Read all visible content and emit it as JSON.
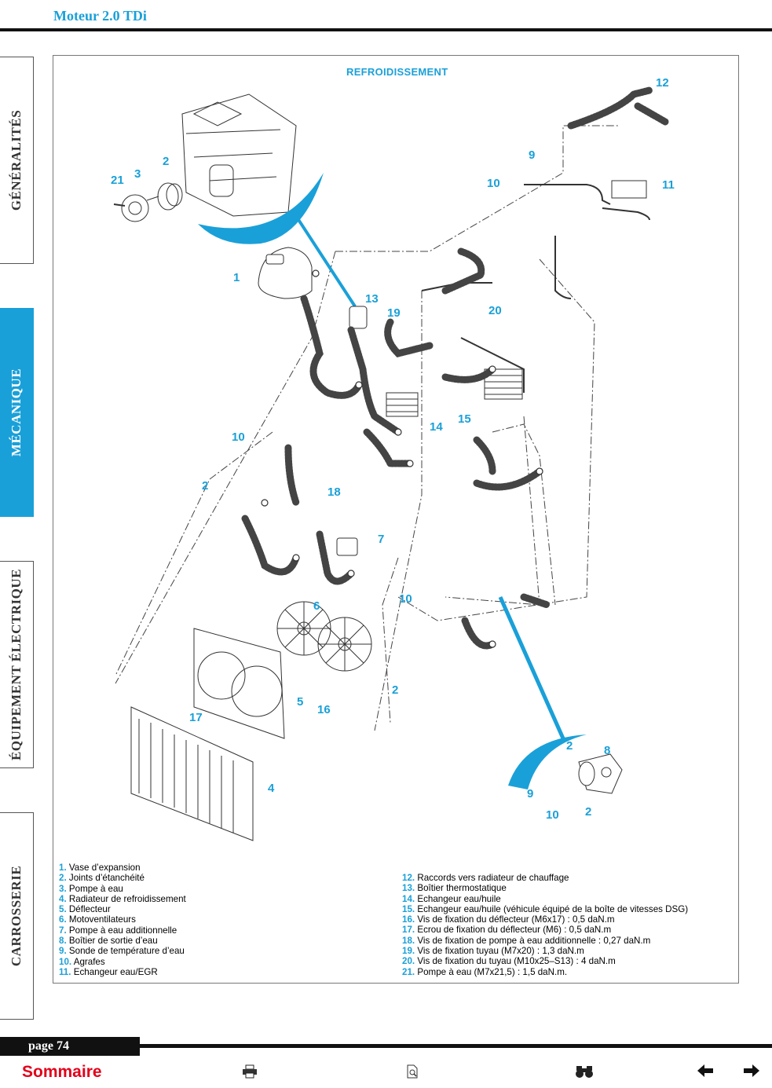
{
  "header": {
    "title": "Moteur 2.0 TDi"
  },
  "side_tabs": [
    {
      "label": "GÉNÉRALITÉS",
      "active": false
    },
    {
      "label": "MÉCANIQUE",
      "active": true
    },
    {
      "label": "ÉQUIPEMENT ÉLECTRIQUE",
      "active": false
    },
    {
      "label": "CARROSSERIE",
      "active": false
    }
  ],
  "diagram": {
    "title": "REFROIDISSEMENT",
    "callouts": [
      "12",
      "9",
      "10",
      "11",
      "21",
      "3",
      "2",
      "1",
      "13",
      "19",
      "20",
      "14",
      "15",
      "10",
      "2",
      "18",
      "7",
      "10",
      "2",
      "6",
      "5",
      "16",
      "17",
      "4",
      "2",
      "8",
      "9",
      "10",
      "2"
    ]
  },
  "legend": {
    "left": [
      {
        "num": "1.",
        "text": "Vase d’expansion"
      },
      {
        "num": "2.",
        "text": "Joints d’étanchéité"
      },
      {
        "num": "3.",
        "text": "Pompe à eau"
      },
      {
        "num": "4.",
        "text": "Radiateur de refroidissement"
      },
      {
        "num": "5.",
        "text": "Déflecteur"
      },
      {
        "num": "6.",
        "text": "Motoventilateurs"
      },
      {
        "num": "7.",
        "text": "Pompe à eau additionnelle"
      },
      {
        "num": "8.",
        "text": "Boîtier de sortie d’eau"
      },
      {
        "num": "9.",
        "text": "Sonde de température d’eau"
      },
      {
        "num": "10.",
        "text": "Agrafes"
      },
      {
        "num": "11.",
        "text": "Echangeur eau/EGR"
      }
    ],
    "right": [
      {
        "num": "12.",
        "text": "Raccords vers radiateur de chauffage"
      },
      {
        "num": "13.",
        "text": "Boîtier thermostatique"
      },
      {
        "num": "14.",
        "text": "Echangeur eau/huile"
      },
      {
        "num": "15.",
        "text": "Echangeur eau/huile (véhicule équipé de la boîte de vitesses DSG)"
      },
      {
        "num": "16.",
        "text": "Vis de fixation du déflecteur (M6x17) : 0,5 daN.m"
      },
      {
        "num": "17.",
        "text": "Ecrou de fixation du déflecteur (M6) : 0,5 daN.m"
      },
      {
        "num": "18.",
        "text": "Vis de fixation de pompe à eau additionnelle : 0,27 daN.m"
      },
      {
        "num": "19.",
        "text": "Vis de fixation tuyau (M7x20) : 1,3 daN.m"
      },
      {
        "num": "20.",
        "text": "Vis de fixation du tuyau (M10x25–S13) : 4 daN.m"
      },
      {
        "num": "21.",
        "text": "Pompe à eau (M7x21,5) : 1,5 daN.m."
      }
    ]
  },
  "footer": {
    "page": "page 74",
    "sommaire": "Sommaire",
    "icons": [
      "print-icon",
      "search-document-icon",
      "binoculars-icon",
      "arrow-left-icon",
      "arrow-right-icon"
    ]
  },
  "colors": {
    "accent": "#1aa0d8",
    "sommaire": "#e2001a",
    "rule": "#111111"
  }
}
